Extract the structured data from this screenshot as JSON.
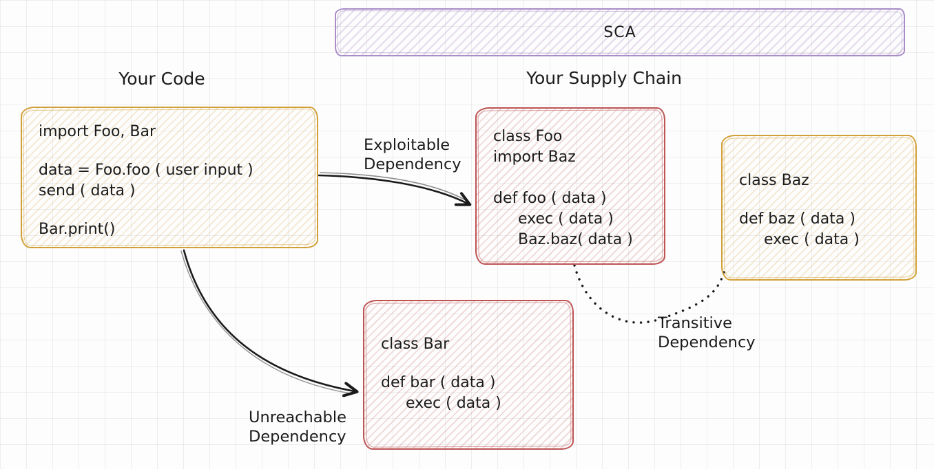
{
  "banner": {
    "label": "SCA"
  },
  "titles": {
    "your_code": "Your Code",
    "supply_chain": "Your Supply Chain"
  },
  "colors": {
    "yellow_stroke": "#d2a038",
    "red_stroke": "#bd5353",
    "purple_stroke": "#a98cc8",
    "ink": "#1b1b1b"
  },
  "boxes": {
    "your_code": {
      "lines": [
        "import Foo, Bar",
        "data = Foo.foo ( user input )",
        "send ( data )",
        "Bar.print()"
      ]
    },
    "class_foo": {
      "lines": [
        "class Foo",
        "import Baz",
        "def foo ( data )",
        "exec ( data )",
        "Baz.baz( data )"
      ]
    },
    "class_baz": {
      "lines": [
        "class Baz",
        "def baz ( data )",
        "exec ( data )"
      ]
    },
    "class_bar": {
      "lines": [
        "class Bar",
        "def bar ( data )",
        "exec ( data )"
      ]
    }
  },
  "edges": {
    "exploitable": {
      "label_line1": "Exploitable",
      "label_line2": "Dependency",
      "style": "solid-arrow",
      "from": "your_code",
      "to": "class_foo"
    },
    "unreachable": {
      "label_line1": "Unreachable",
      "label_line2": "Dependency",
      "style": "solid-arrow",
      "from": "your_code",
      "to": "class_bar"
    },
    "transitive": {
      "label_line1": "Transitive",
      "label_line2": "Dependency",
      "style": "dotted-curve",
      "from": "class_foo",
      "to": "class_baz"
    }
  }
}
